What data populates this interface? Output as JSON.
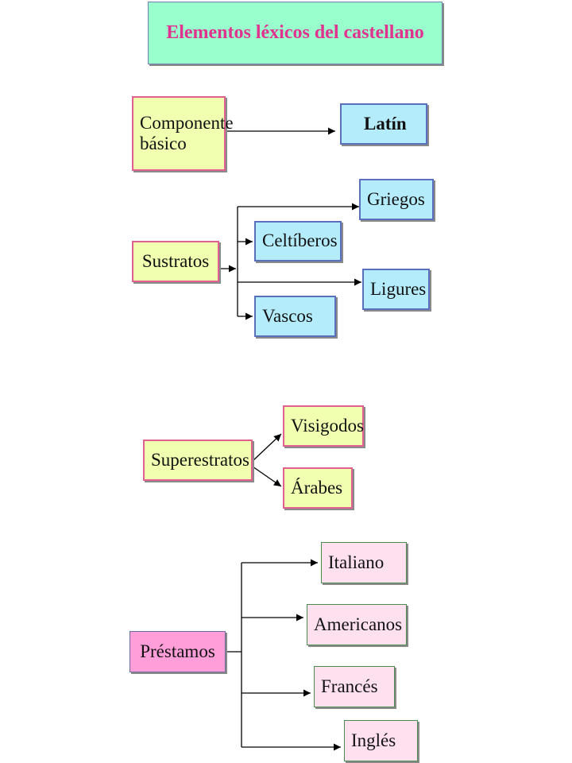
{
  "title": "Elementos léxicos del castellano",
  "componente_basico": {
    "label_line1": "Componente",
    "label_line2": "básico",
    "target": "Latín"
  },
  "sustratos": {
    "label": "Sustratos",
    "items": [
      "Griegos",
      "Celtíberos",
      "Ligures",
      "Vascos"
    ]
  },
  "superestratos": {
    "label": "Superestratos",
    "items": [
      "Visigodos",
      "Árabes"
    ]
  },
  "prestamos": {
    "label": "Préstamos",
    "items": [
      "Italiano",
      "Americanos",
      "Francés",
      "Inglés"
    ]
  },
  "colors": {
    "title_bg": "#99ffcc",
    "title_text": "#e0338f",
    "yellow_box": "#f0ffb0",
    "blue_box": "#b4ecfb",
    "pink_box": "#ffe0ef",
    "magenta_box": "#ff9ed8"
  }
}
